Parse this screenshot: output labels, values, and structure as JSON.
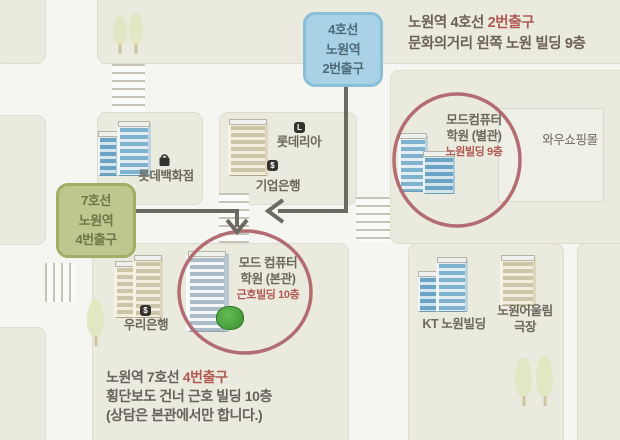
{
  "notes": {
    "top_right": {
      "l1a": "노원역 4호선 ",
      "l1b": "2번출구",
      "l2": "문화의거리 왼쪽 노원 빌딩 9층"
    },
    "bottom": {
      "l1a": "노원역 7호선 ",
      "l1b": "4번출구",
      "l2": "횡단보도 건너 근호 빌딩 10층",
      "l3": "(상담은 본관에서만 합니다.)"
    }
  },
  "badges": {
    "subway4": {
      "l1": "4호선",
      "l2": "노원역",
      "l3": "2번출구"
    },
    "subway7": {
      "l1": "7호선",
      "l2": "노원역",
      "l3": "4번출구"
    }
  },
  "places": {
    "lotte_dept": "롯데백화점",
    "lotteria": "롯데리아",
    "ibk": "기업은행",
    "annex": {
      "l1": "모드컴퓨터",
      "l2": "학원 (별관)",
      "floor": "노원빌딩 9층"
    },
    "wow_mall": "와우쇼핑몰",
    "main": {
      "l1": "모드 컴퓨터",
      "l2": "학원 (본관)",
      "floor": "근호빌딩 10층"
    },
    "woori": "우리은행",
    "kt": "KT 노원빌딩",
    "theater": {
      "l1": "노원어울림",
      "l2": "극장"
    }
  },
  "icons": {
    "lotteria_badge": "L",
    "ibk_badge": "$",
    "woori_badge": "$",
    "lotte_bag": "shopping-bag"
  },
  "colors": {
    "accent_red": "#b05a52",
    "circle_stroke": "#b36d72",
    "badge_blue": "#a9d2e6",
    "badge_green": "#bec78e",
    "arrow": "#6b6b62",
    "block": "#ebeadf",
    "road": "#f5f5f2"
  }
}
